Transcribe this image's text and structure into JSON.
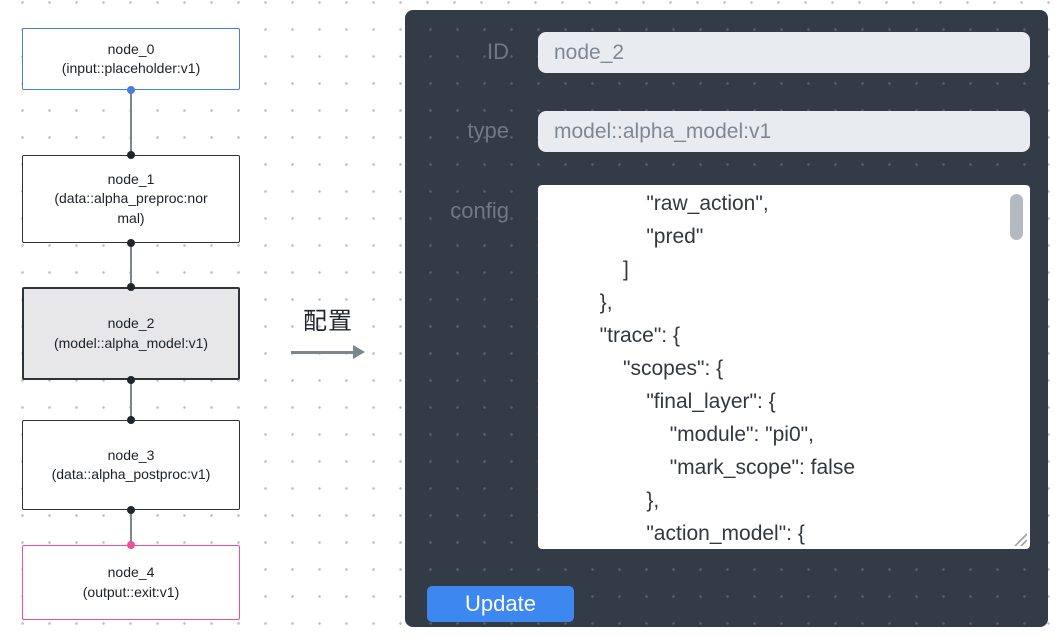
{
  "flowchart": {
    "nodes": [
      {
        "name": "node_0",
        "subtitle": "(input::placeholder:v1)"
      },
      {
        "name": "node_1",
        "subtitle": "(data::alpha_preproc:normal)"
      },
      {
        "name": "node_2",
        "subtitle": "(model::alpha_model:v1)"
      },
      {
        "name": "node_3",
        "subtitle": "(data::alpha_postproc:v1)"
      },
      {
        "name": "node_4",
        "subtitle": "(output::exit:v1)"
      }
    ]
  },
  "arrow_label": "配置",
  "panel": {
    "fields": {
      "id": {
        "label": "ID",
        "value": "node_2"
      },
      "type": {
        "label": "type",
        "value": "model::alpha_model:v1"
      },
      "config": {
        "label": "config",
        "value": "                \"raw_action\",\n                \"pred\"\n            ]\n        },\n        \"trace\": {\n            \"scopes\": {\n                \"final_layer\": {\n                    \"module\": \"pi0\",\n                    \"mark_scope\": false\n                },\n                \"action_model\": {"
      }
    },
    "update_button": "Update"
  },
  "colors": {
    "panel_bg": "#333b46",
    "node_border": "#2d3338",
    "input_node_border": "#4a7fd9",
    "output_node_border": "#ed4f9b",
    "selected_node_bg": "#e7e7ea",
    "input_bg": "#e8ecf0",
    "config_bg": "#ffffff",
    "update_button_bg": "#3c87f0"
  }
}
